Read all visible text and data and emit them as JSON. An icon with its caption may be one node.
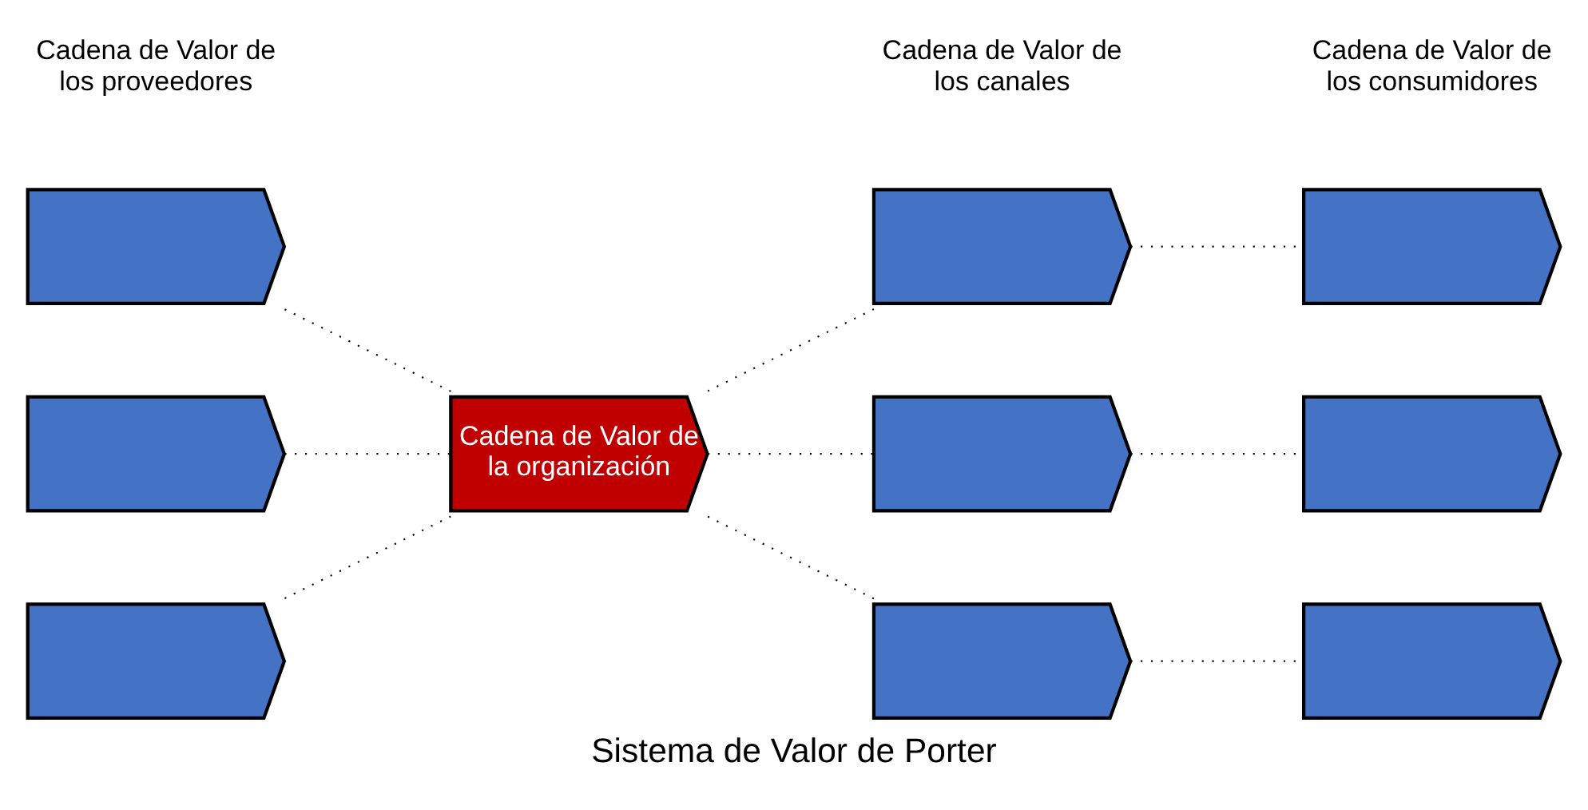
{
  "diagram": {
    "caption": "Sistema de Valor de Porter",
    "nodes": [
      {
        "text": [],
        "shape": "pentagon"
      },
      {
        "text": [],
        "shape": "pentagon"
      },
      {
        "text": [],
        "shape": "pentagon"
      },
      {
        "text": [
          "Cadena de Valor de la organización"
        ]
      },
      {
        "text": [],
        "shape": "pentagon"
      },
      {
        "text": [],
        "shape": "pentagon"
      },
      {
        "text": [],
        "shape": "pentagon"
      },
      {
        "text": [],
        "shape": "pentagon"
      },
      {
        "text": [],
        "shape": "pentagon"
      },
      {
        "text": [],
        "shape": "pentagon"
      }
    ],
    "edges": [
      {
        "from": 0,
        "to": 3,
        "arrow": "none",
        "style": "dashed"
      },
      {
        "from": 1,
        "to": 3,
        "arrow": "none",
        "style": "dashed"
      },
      {
        "from": 2,
        "to": 3,
        "arrow": "none",
        "style": "dashed"
      },
      {
        "from": 3,
        "to": 4,
        "arrow": "none",
        "style": "dashed"
      },
      {
        "from": 3,
        "to": 5,
        "arrow": "none",
        "style": "dashed"
      },
      {
        "from": 3,
        "to": 6,
        "arrow": "none",
        "style": "dashed"
      },
      {
        "from": 4,
        "to": 7,
        "arrow": "none",
        "style": "dashed"
      },
      {
        "from": 5,
        "to": 8,
        "arrow": "none",
        "style": "dashed"
      },
      {
        "from": 6,
        "to": 9,
        "arrow": "none",
        "style": "dashed"
      }
    ],
    "labels": [
      "Cadena de Valor de los proveedores",
      "Cadena de Valor de los canales",
      "Cadena de Valor de los consumidores"
    ]
  }
}
